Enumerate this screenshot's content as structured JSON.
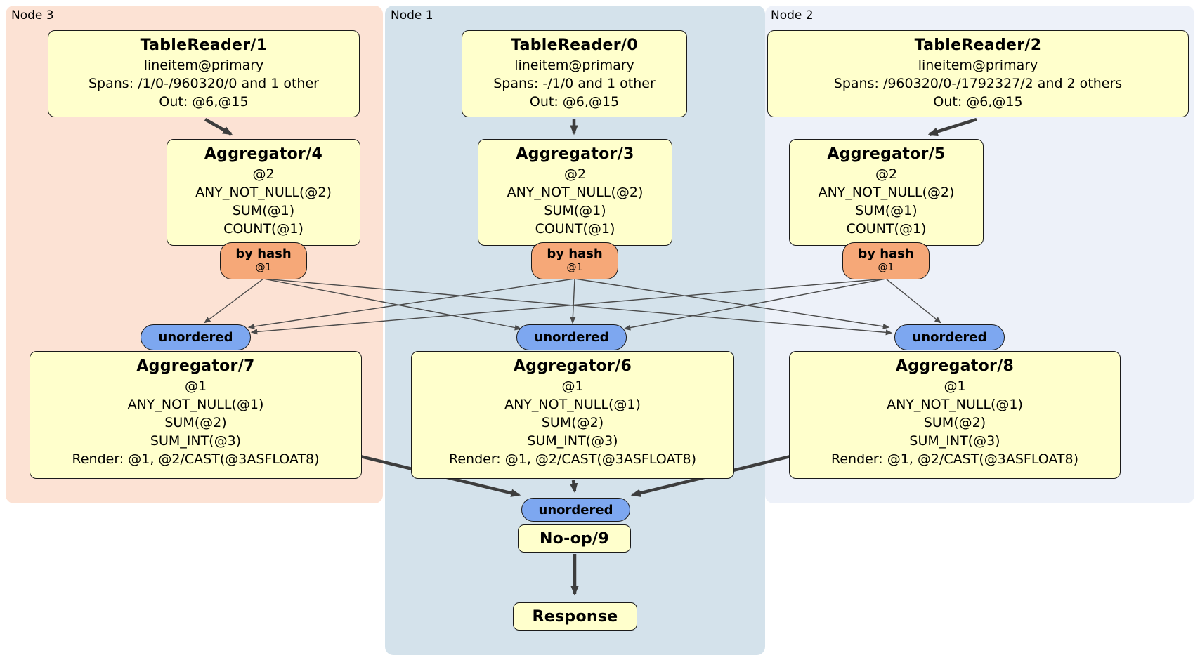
{
  "colors": {
    "node3_bg": "#fce2d4",
    "node1_bg": "#d4e2eb",
    "node2_bg": "#edf1f9",
    "box_bg": "#ffffcc",
    "router_bg": "#f6a878",
    "sync_bg": "#7da7f0",
    "edge": "#4a4a4a",
    "arrow": "#3d3d3d"
  },
  "nodes": [
    {
      "label": "Node 3",
      "table_reader": {
        "title": "TableReader/1",
        "rows": [
          "lineitem@primary",
          "Spans: /1/0-/960320/0 and 1 other",
          "Out: @6,@15"
        ]
      },
      "pre_aggregator": {
        "title": "Aggregator/4",
        "rows": [
          "@2",
          "ANY_NOT_NULL(@2)",
          "SUM(@1)",
          "COUNT(@1)"
        ]
      },
      "router": {
        "label": "by hash",
        "detail": "@1"
      },
      "sync": {
        "label": "unordered"
      },
      "post_aggregator": {
        "title": "Aggregator/7",
        "rows": [
          "@1",
          "ANY_NOT_NULL(@1)",
          "SUM(@2)",
          "SUM_INT(@3)",
          "Render: @1, @2/CAST(@3ASFLOAT8)"
        ]
      }
    },
    {
      "label": "Node 1",
      "table_reader": {
        "title": "TableReader/0",
        "rows": [
          "lineitem@primary",
          "Spans: -/1/0 and 1 other",
          "Out: @6,@15"
        ]
      },
      "pre_aggregator": {
        "title": "Aggregator/3",
        "rows": [
          "@2",
          "ANY_NOT_NULL(@2)",
          "SUM(@1)",
          "COUNT(@1)"
        ]
      },
      "router": {
        "label": "by hash",
        "detail": "@1"
      },
      "sync": {
        "label": "unordered"
      },
      "post_aggregator": {
        "title": "Aggregator/6",
        "rows": [
          "@1",
          "ANY_NOT_NULL(@1)",
          "SUM(@2)",
          "SUM_INT(@3)",
          "Render: @1, @2/CAST(@3ASFLOAT8)"
        ]
      }
    },
    {
      "label": "Node 2",
      "table_reader": {
        "title": "TableReader/2",
        "rows": [
          "lineitem@primary",
          "Spans: /960320/0-/1792327/2 and 2 others",
          "Out: @6,@15"
        ]
      },
      "pre_aggregator": {
        "title": "Aggregator/5",
        "rows": [
          "@2",
          "ANY_NOT_NULL(@2)",
          "SUM(@1)",
          "COUNT(@1)"
        ]
      },
      "router": {
        "label": "by hash",
        "detail": "@1"
      },
      "sync": {
        "label": "unordered"
      },
      "post_aggregator": {
        "title": "Aggregator/8",
        "rows": [
          "@1",
          "ANY_NOT_NULL(@1)",
          "SUM(@2)",
          "SUM_INT(@3)",
          "Render: @1, @2/CAST(@3ASFLOAT8)"
        ]
      }
    }
  ],
  "final": {
    "sync": {
      "label": "unordered"
    },
    "noop": {
      "title": "No-op/9"
    },
    "response": {
      "title": "Response"
    }
  }
}
